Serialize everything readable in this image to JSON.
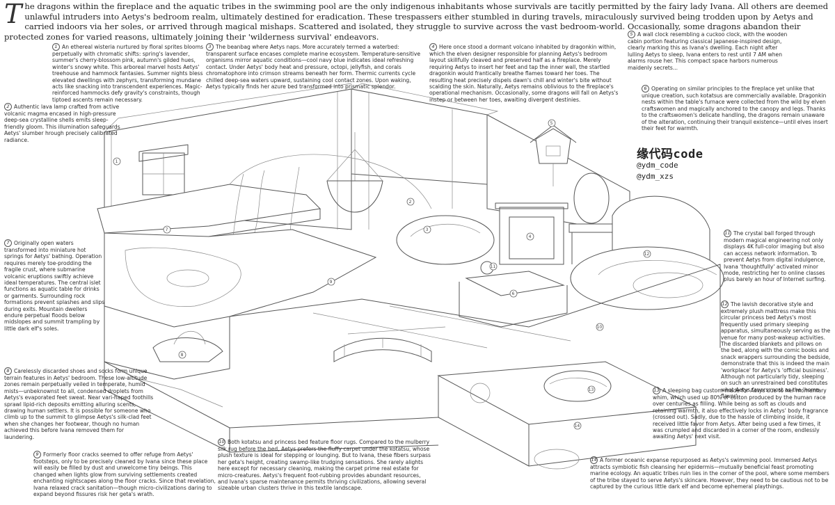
{
  "intro": {
    "dropcap": "T",
    "text": "he dragons within the fireplace and the aquatic tribes in the swimming pool are the only indigenous inhabitants whose survivals are tacitly permitted by the fairy lady Ivana. All others are deemed unlawful intruders into Aetys's bedroom realm, ultimately destined for eradication. These trespassers either stumbled in during travels, miraculously survived being trodden upon by Aetys and carried indoors via her soles, or arrived through magical mishaps. Scattered and isolated, they struggle to survive across the vast bedroom-world. Occasionally, some dragons abandon their protected zones for varied reasons, ultimately joining their 'wilderness survival' endeavors."
  },
  "notes": [
    {
      "num": "1",
      "text": "An ethereal wisteria nurtured by floral sprites blooms perpetually with chromatic shifts: spring's lavender, summer's cherry-blossom pink, autumn's gilded hues, winter's snowy white. This arboreal marvel hosts Aetys' treehouse and hammock fantasies. Summer nights bless elevated dwellings with zephyrs, transforming mundane acts like snacking into transcendent experiences. Magic-reinforced hammocks defy gravity's constraints, though tiptoed ascents remain necessary."
    },
    {
      "num": "2",
      "text": "Authentic lava lamp crafted from active volcanic magma encased in high-pressure deep-sea crystalline shells emits sleep-friendly gloom. This illumination safeguards Aetys' slumber hrough precisely calibrated radiance."
    },
    {
      "num": "3",
      "text": "The beanbag where Aetys naps. More accurately termed a waterbed: transparent surface encases complete marine ecosystem. Temperature-sensitive organisms mirror aquatic conditions—cool navy blue indicates ideal refreshing contact. Under Aetys' body heat and pressure, octopi, jellyfish, and corals chromatophore into crimson streams beneath her form. Thermic currents cycle chilled deep-sea waters upward, sustaining cool contact zones. Upon waking, Aetys typically finds her azure bed transformed into prismatic splendor."
    },
    {
      "num": "4",
      "text": "Here once stood a dormant volcano inhabited by dragonkin within, which the elven designer responsible for planning Aetys's bedroom layout skillfully cleaved and preserved half as a fireplace. Merely requiring Aetys to insert her feet and tap the inner wall, the startled dragonkin would frantically breathe flames toward her toes. The resulting heat precisely dispels dawn's chill and winter's bite without scalding the skin. Naturally, Aetys remains oblivious to the fireplace's operational mechanism. Occasionally, some dragons will fall on Aetys's instep or between her toes, awaiting divergent destinies."
    },
    {
      "num": "5",
      "text": "A wall clock resembling a cuckoo clock, with the wooden cabin portion featuring classical Japanese-inspired design, clearly marking this as Ivana's dwelling. Each night after lulling Aetys to sleep, Ivana enters to rest until 7 AM when alarms rouse her. This compact space harbors numerous maidenly secrets..."
    },
    {
      "num": "6",
      "text": "Operating on similar principles to the fireplace yet unlike that unique creation, such kotatsus are commercially available. Dragonkin nests within the table's furnace were collected from the wild by elven craftswomen and magically anchored to the canopy and legs. Thanks to the craftswomen's delicate handling, the dragons remain unaware of the alteration, continuing their tranquil existence—until elves insert their feet for warmth."
    },
    {
      "num": "7",
      "text": "Originally open waters transformed into miniature hot springs for Aetys' bathing. Operation requires merely toe-prodding the fragile crust, where submarine volcanic eruptions swiftly achieve ideal temperatures. The central islet functions as aquatic table for drinks or garments. Surrounding rock formations prevent splashes and slips during exits. Mountain dwellers endure perpetual floods below midslopes and summit trampling by little dark elf's soles."
    },
    {
      "num": "8",
      "text": "Carelessly discarded shoes and socks form unique terrain features in Aetys' bedroom. These low-altitude zones remain perpetually veiled in temperate, humid mists—unbeknownst to all, condensed droplets from Aetys's evaporated feet sweat. Near vari-haped foothills sprawl lipid-rich deposits emitting alluring scents, drawing human settlers. It is possible for someone who climb up to the summit to glimpse Aetys's silk-clad feet when she changes her footwear, though no human achieved this before Ivana removed them for laundering."
    },
    {
      "num": "9",
      "text": "Formerly floor cracks seemed to offer refuge from Aetys' footsteps, only to be precisely cleaned by Ivana since these place will easily be filled by dust and unwelcome tiny beings. This changed when lights glow from surviving settlements created enchanting nightscapes along the floor cracks. Since that revelation, Ivana relaxed crack sanitation—though micro-civilizations daring to expand beyond fissures risk her geta's wrath."
    },
    {
      "num": "10",
      "text": "Both kotatsu and princess bed feature floor rugs. Compared to the mulberry silk rug before the bed, Aetys prefers the fluffy carpet under the kotatsu, whose plush texture is ideal for stepping or lounging. But to Ivana, these fibers surpass her geta's height, creating swamp-like trudging sensations. She rarely alights here except for necessary cleaning, making the carpet prime real estate for micro-creatures. Aetys's frequent foot-rubbing provides abundant resources, and Ivana's sparse maintenance permits thriving civilizations, allowing several sizeable urban clusters thrive in this textile landscape."
    },
    {
      "num": "11",
      "text": "The crystal ball forged through modern magical engineering not only displays 4K full-color imaging but also can access network information. To prevent Aetys from digital indulgence, Ivana 'thoughtfully' activated minor mode, restricting her to online classes plus barely an hour of Internet surfing."
    },
    {
      "num": "12",
      "text": "The lavish decorative style and extremely plush mattress make this circular princess bed Aetys's most frequently used primary sleeping apparatus, simultaneously serving as the venue for many post-wakeup activities. The discarded blankets and pillows on the bed, along with the comic books and snack wrappers surrounding the bedside, demonstrate that this is indeed the main 'workplace' for Aetys's 'official business'. Although not particularly tidy, sleeping on such an unrestrained bed constitutes what Aetys favors most as the 'home flavor'."
    },
    {
      "num": "13",
      "text": "A sleeping bag custom-made for Aetys due to her momentary whim, which used up 80% of cotton produced by the human race over centuries as filling. While being as soft as clouds and retaining warmth, it also effectively locks in Aetys' body fragrance (crossed out). Sadly, due to the hassle of climbing inside, it received little favor from Aetys. After being used a few times, it was crumpled and discarded in a corner of the room, endlessly awaiting Aetys' next visit."
    },
    {
      "num": "14",
      "text": "A former oceanic expanse repurposed as Aetys's swimming pool. Immersed Aetys attracts symbiotic fish cleansing her epidermis—mutually beneficial feast promoting marine ecology. An aquatic tribes ruin lies in the corner of the pool, where some members of the tribe stayed to serve Aetys's skincare. However, they need to be cautious not to be captured by the curious little dark elf and become ephemeral playthings."
    }
  ],
  "credit": {
    "name": "缘代码code",
    "handle1": "@ydm_code",
    "handle2": "@ydm_xzs"
  },
  "markers": [
    "1",
    "2",
    "3",
    "4",
    "5",
    "6",
    "7",
    "8",
    "9",
    "10",
    "11",
    "12",
    "13",
    "14"
  ]
}
